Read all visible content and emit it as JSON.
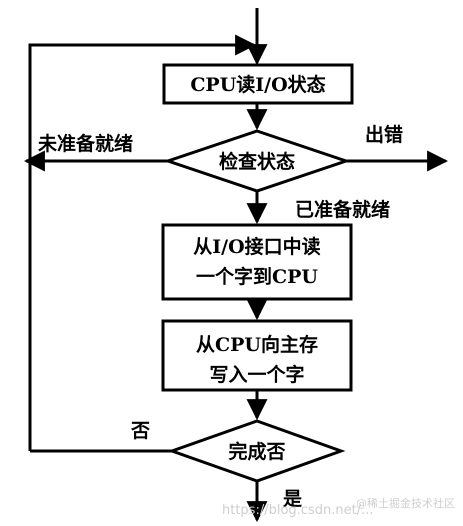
{
  "flowchart": {
    "steps": {
      "read_status": "CPU读I/O状态",
      "check_status": "检查状态",
      "read_word_line1": "从I/O接口中读",
      "read_word_line2": "一个字到CPU",
      "write_word_line1": "从CPU向主存",
      "write_word_line2": "写入一个字",
      "done_check": "完成否"
    },
    "edge_labels": {
      "not_ready": "未准备就绪",
      "error": "出错",
      "ready": "已准备就绪",
      "no": "否",
      "yes": "是"
    }
  },
  "watermark": {
    "url_text": "https://blog.csdn.net/...",
    "brand": "@稀土掘金技术社区"
  }
}
